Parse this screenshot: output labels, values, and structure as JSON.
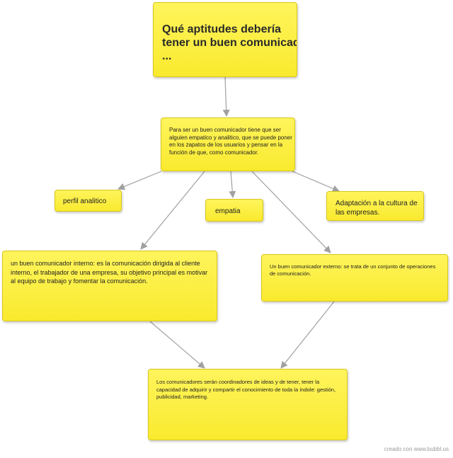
{
  "nodes": {
    "title": {
      "lines": [
        "Qué aptitudes debería",
        "tener un buen comunicador",
        "..."
      ]
    },
    "center": {
      "lines": [
        "Para ser un buen comunicador tiene que ser",
        "alguien empatico y analitico, que se puede poner",
        "en los zapatos de los usuarios y pensar en la",
        "función de que, como comunicador."
      ]
    },
    "perfil": {
      "lines": [
        "perfil analitico"
      ]
    },
    "empatia": {
      "lines": [
        "empatia"
      ]
    },
    "adaptacion": {
      "lines": [
        "Adaptación a la cultura de",
        "las empresas."
      ]
    },
    "interno": {
      "lines": [
        "un buen comunicador interno: es la comunicación dirigida al cliente",
        "interno, el trabajador de una empresa, su objetivo principal es motivar",
        "al equipo de trabajo y fomentar la comunicación."
      ]
    },
    "externo": {
      "lines": [
        "Un buen comunicador externo: se trata de un conjunto de operaciones",
        "de comunicación."
      ]
    },
    "final": {
      "lines": [
        "Los comunicadores serán coordinadores de ideas y de tener, tener la",
        "capacidad de adquirir y compartir el conocimiento de toda la índole: gestión,",
        "publicidad, marketing."
      ]
    }
  },
  "footer": {
    "text": "creado con www.bubbl.us"
  },
  "colors": {
    "node_fill": "#f9ea2e",
    "node_border": "#d8c71c",
    "connector": "#a0a0a0"
  }
}
